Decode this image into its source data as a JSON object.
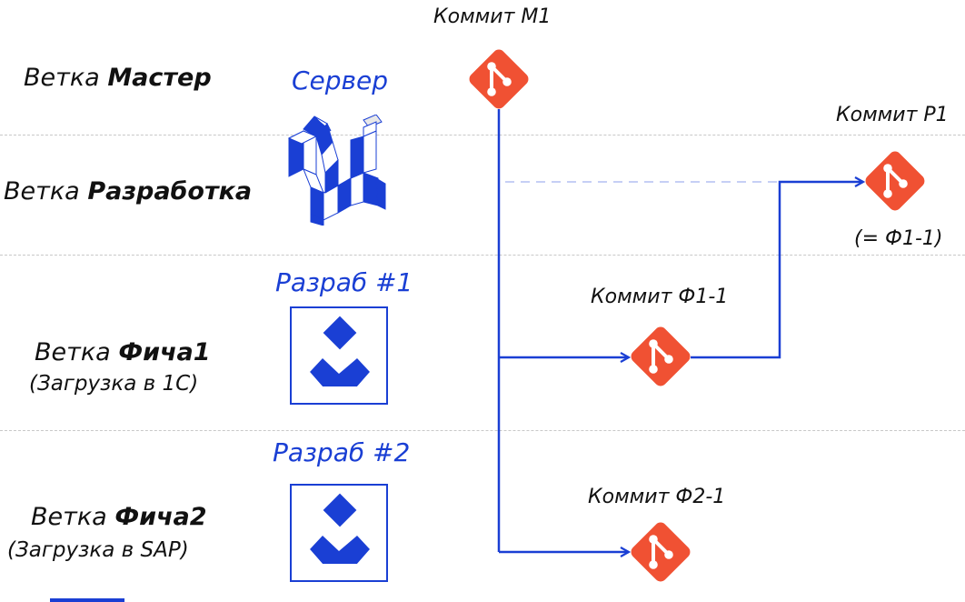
{
  "branches": {
    "master": {
      "prefix": "Ветка ",
      "name": "Мастер"
    },
    "develop": {
      "prefix": "Ветка ",
      "name": "Разработка"
    },
    "feature1": {
      "prefix": "Ветка ",
      "name": "Фича1",
      "note": "(Загрузка в 1С)"
    },
    "feature2": {
      "prefix": "Ветка ",
      "name": "Фича2",
      "note": "(Загрузка в SAP)"
    }
  },
  "actors": {
    "server": "Сервер",
    "dev1": "Разраб #1",
    "dev2": "Разраб #2"
  },
  "commits": {
    "m1": "Коммит М1",
    "p1": "Коммит Р1",
    "p1_note": "(= Ф1-1)",
    "f1_1": "Коммит Ф1-1",
    "f2_1": "Коммит Ф2-1"
  },
  "colors": {
    "accent": "#1a3fd4",
    "git": "#f05133",
    "dashed_link": "#c6cff5"
  },
  "icons": {
    "commit": "git-logo-icon",
    "server": "cube-snake-icon",
    "developer": "developer-figure-icon"
  }
}
